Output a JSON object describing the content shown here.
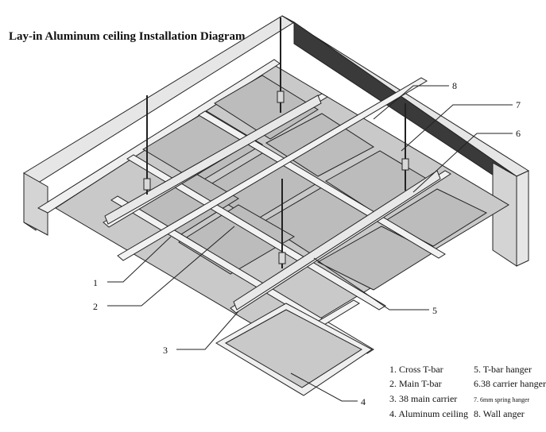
{
  "title": "Lay-in Aluminum ceiling Installation Diagram",
  "callouts": [
    "1",
    "2",
    "3",
    "4",
    "5",
    "6",
    "7",
    "8"
  ],
  "legend": [
    "1. Cross T-bar",
    "2. Main T-bar",
    "3. 38 main carrier",
    "4. Aluminum ceiling",
    "5. T-bar hanger",
    "6.38 carrier hanger",
    "7. 6mm spring hanger",
    "8. Wall anger"
  ],
  "colors": {
    "wall_dark": "#3a3a3a",
    "wall_light": "#e6e6e6",
    "panel": "#c9c9c9",
    "bar": "#f2f2f2",
    "line": "#222222"
  }
}
